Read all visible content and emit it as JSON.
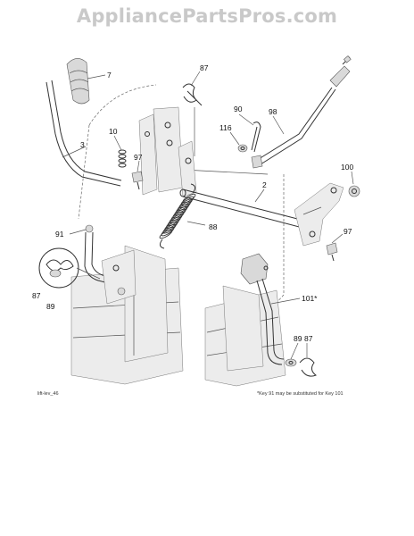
{
  "watermark": "AppliancePartsPros.com",
  "labels": {
    "p7": "7",
    "p87_top": "87",
    "p90": "90",
    "p98": "98",
    "p116": "116",
    "p10": "10",
    "p3": "3",
    "p97_left": "97",
    "p100": "100",
    "p2": "2",
    "p88": "88",
    "p91": "91",
    "p97_right": "97",
    "p87_left": "87",
    "p89_left": "89",
    "p101": "101*",
    "p89_right": "89",
    "p87_right": "87"
  },
  "figure_id": "lift-lev_46",
  "footnote": "*Key 91 may be substituted for Key 101"
}
